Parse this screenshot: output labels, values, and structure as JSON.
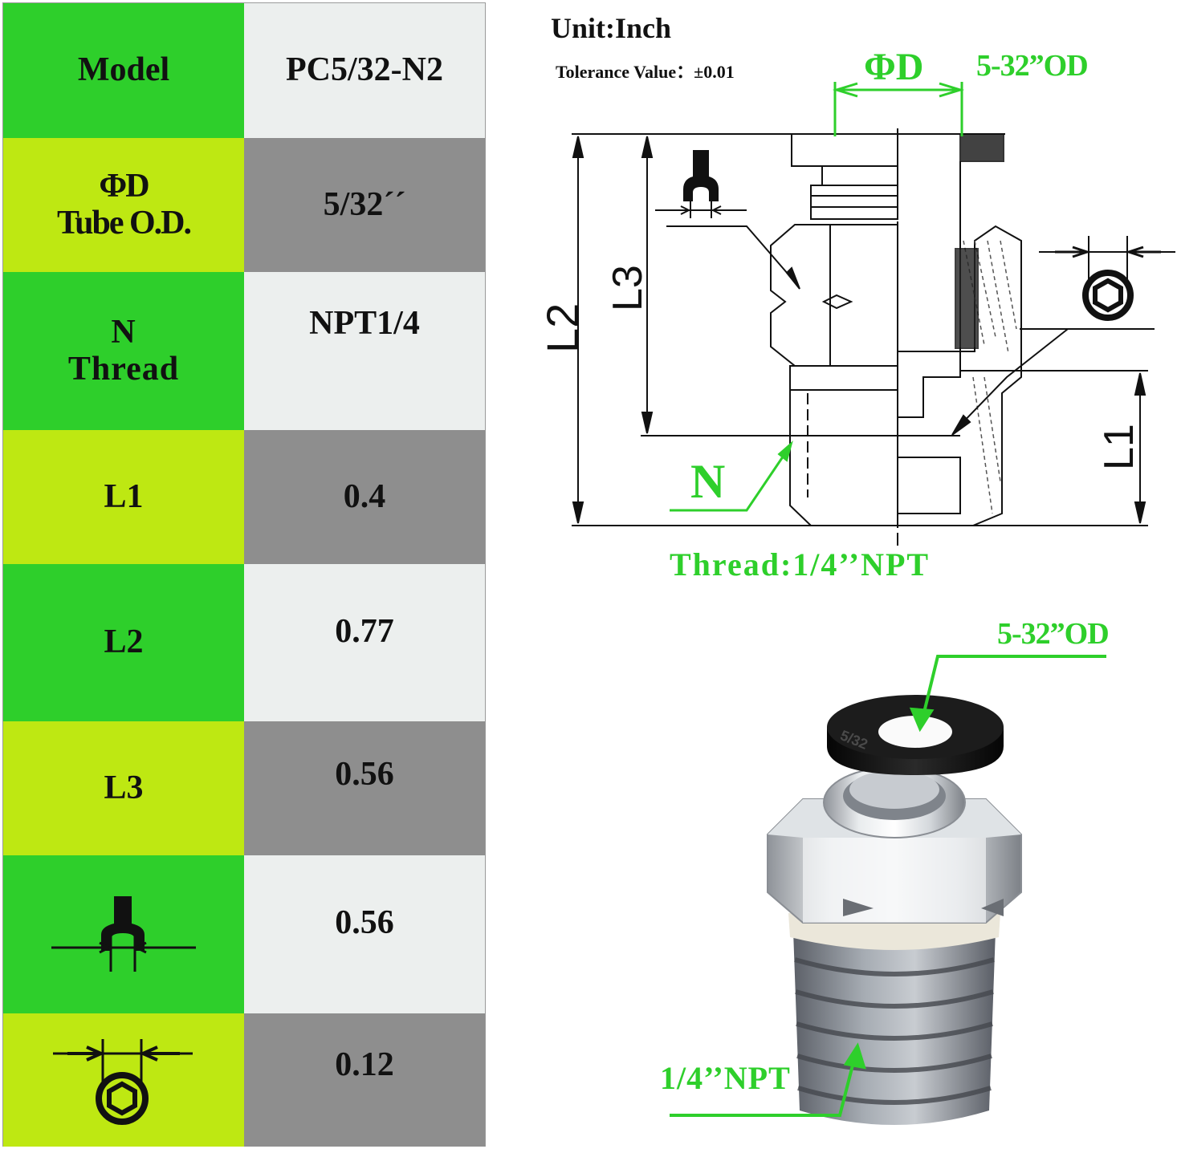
{
  "table": {
    "rows": [
      {
        "label_lines": [
          "Model"
        ],
        "value": "PC5/32-N2",
        "label_bg": "#2ecf2b",
        "value_bg": "#ecefee"
      },
      {
        "label_lines": [
          "ΦD",
          "Tube O.D."
        ],
        "value": "5/32´´",
        "label_bg": "#bee812",
        "value_bg": "#8e8e8e"
      },
      {
        "label_lines": [
          "N",
          "Thread"
        ],
        "value": "NPT1/4",
        "label_bg": "#2ecf2b",
        "value_bg": "#ecefee"
      },
      {
        "label_lines": [
          "L1"
        ],
        "value": "0.4",
        "label_bg": "#bee812",
        "value_bg": "#8e8e8e"
      },
      {
        "label_lines": [
          "L2"
        ],
        "value": "0.77",
        "label_bg": "#2ecf2b",
        "value_bg": "#ecefee"
      },
      {
        "label_lines": [
          "L3"
        ],
        "value": "0.56",
        "label_bg": "#bee812",
        "value_bg": "#8e8e8e"
      },
      {
        "label_icon": "wrench-hex-width-icon",
        "value": "0.56",
        "label_bg": "#2ecf2b",
        "value_bg": "#ecefee"
      },
      {
        "label_icon": "hex-key-socket-icon",
        "value": "0.12",
        "label_bg": "#bee812",
        "value_bg": "#8e8e8e"
      }
    ]
  },
  "drawing": {
    "unit": "Unit:Inch",
    "tolerance": "Tolerance Value：±0.01",
    "phi_d": "ΦD",
    "od_label": "5-32”OD",
    "dim_l1": "L1",
    "dim_l2": "L2",
    "dim_l3": "L3",
    "thread_n": "N",
    "thread_label": "Thread:1/4’’NPT"
  },
  "photo": {
    "od_label": "5-32”OD",
    "npt_label": "1/4’’NPT",
    "collet_marking": "5/32"
  },
  "colors": {
    "accent_green": "#2ecf2b",
    "lime": "#bee812",
    "light_grey": "#ecefee",
    "grey": "#8e8e8e"
  }
}
